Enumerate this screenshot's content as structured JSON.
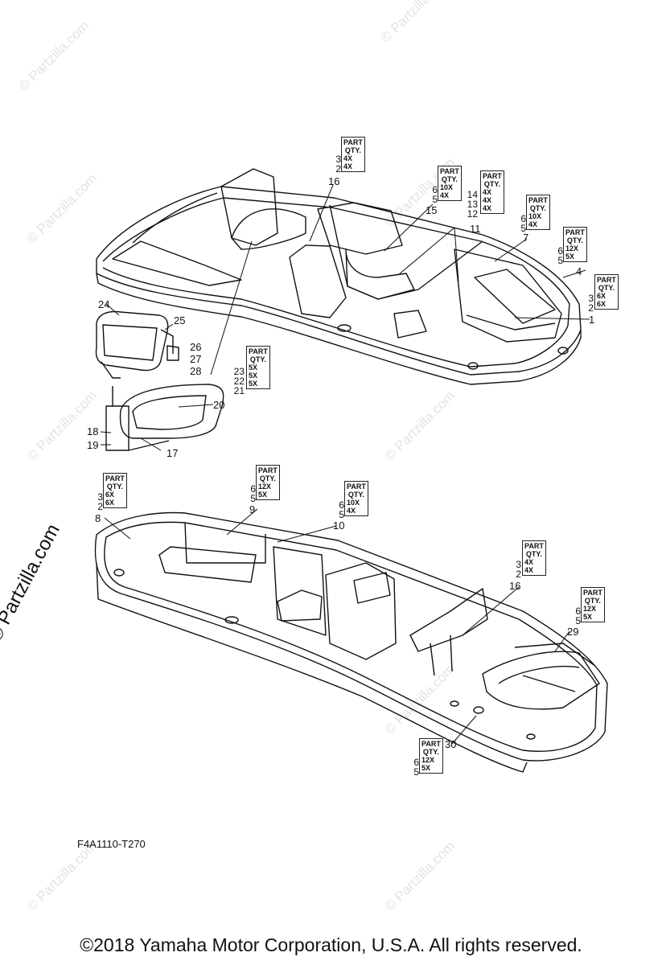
{
  "watermark": {
    "brand": "© Partzilla.com"
  },
  "diagram_code": "F4A1110-T270",
  "copyright": "©2018  Yamaha Motor Corporation, U.S.A. All rights reserved.",
  "qty_header": {
    "line1": "PART",
    "line2": "QTY."
  },
  "callouts": [
    "1",
    "2",
    "3",
    "4",
    "5",
    "6",
    "7",
    "8",
    "9",
    "10",
    "11",
    "12",
    "13",
    "14",
    "15",
    "16",
    "17",
    "18",
    "19",
    "20",
    "21",
    "22",
    "23",
    "24",
    "25",
    "26",
    "27",
    "28",
    "29",
    "30",
    "16",
    "5",
    "6",
    "3",
    "2"
  ],
  "qty_boxes": [
    {
      "parts": [
        "3",
        "2"
      ],
      "qtys": [
        "4X",
        "4X"
      ]
    },
    {
      "parts": [
        "6",
        "5"
      ],
      "qtys": [
        "10X",
        "4X"
      ]
    },
    {
      "parts": [
        "14",
        "13",
        "12"
      ],
      "qtys": [
        "4X",
        "4X",
        "4X"
      ]
    },
    {
      "parts": [
        "6",
        "5"
      ],
      "qtys": [
        "10X",
        "4X"
      ]
    },
    {
      "parts": [
        "6",
        "5"
      ],
      "qtys": [
        "12X",
        "5X"
      ]
    },
    {
      "parts": [
        "3",
        "2"
      ],
      "qtys": [
        "6X",
        "6X"
      ]
    },
    {
      "parts": [
        "23",
        "22",
        "21"
      ],
      "qtys": [
        "5X",
        "5X",
        "5X"
      ]
    },
    {
      "parts": [
        "3",
        "2"
      ],
      "qtys": [
        "6X",
        "6X"
      ]
    },
    {
      "parts": [
        "6",
        "5"
      ],
      "qtys": [
        "12X",
        "5X"
      ]
    },
    {
      "parts": [
        "6",
        "5"
      ],
      "qtys": [
        "10X",
        "4X"
      ]
    },
    {
      "parts": [
        "3",
        "2"
      ],
      "qtys": [
        "4X",
        "4X"
      ]
    },
    {
      "parts": [
        "6",
        "5"
      ],
      "qtys": [
        "12X",
        "5X"
      ]
    },
    {
      "parts": [
        "6",
        "5"
      ],
      "qtys": [
        "12X",
        "5X"
      ]
    }
  ]
}
